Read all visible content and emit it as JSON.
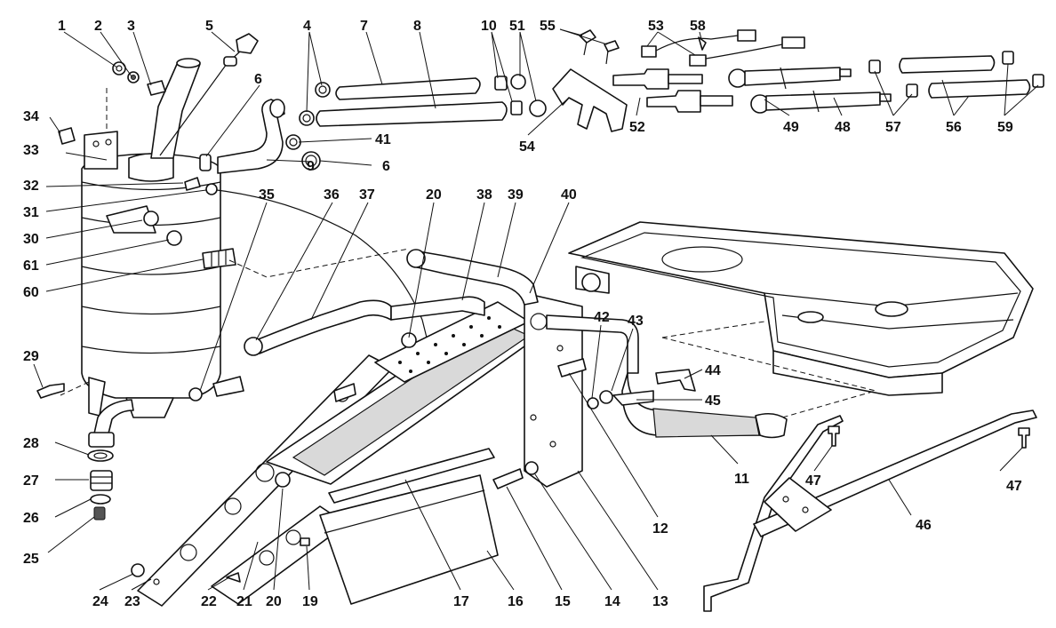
{
  "colors": {
    "ink": "#111111",
    "background": "#ffffff",
    "shade": "#d9d9d9"
  },
  "callouts": [
    {
      "id": "c1",
      "text": "1"
    },
    {
      "id": "c2",
      "text": "2"
    },
    {
      "id": "c3",
      "text": "3"
    },
    {
      "id": "c5",
      "text": "5"
    },
    {
      "id": "c4",
      "text": "4"
    },
    {
      "id": "c7",
      "text": "7"
    },
    {
      "id": "c8",
      "text": "8"
    },
    {
      "id": "c10",
      "text": "10"
    },
    {
      "id": "c51",
      "text": "51"
    },
    {
      "id": "c55",
      "text": "55"
    },
    {
      "id": "c53",
      "text": "53"
    },
    {
      "id": "c58",
      "text": "58"
    },
    {
      "id": "c6a",
      "text": "6"
    },
    {
      "id": "c6b",
      "text": "6"
    },
    {
      "id": "c41",
      "text": "41"
    },
    {
      "id": "c9",
      "text": "9"
    },
    {
      "id": "c34",
      "text": "34"
    },
    {
      "id": "c33",
      "text": "33"
    },
    {
      "id": "c32",
      "text": "32"
    },
    {
      "id": "c31",
      "text": "31"
    },
    {
      "id": "c30",
      "text": "30"
    },
    {
      "id": "c61",
      "text": "61"
    },
    {
      "id": "c60",
      "text": "60"
    },
    {
      "id": "c29",
      "text": "29"
    },
    {
      "id": "c28",
      "text": "28"
    },
    {
      "id": "c27",
      "text": "27"
    },
    {
      "id": "c26",
      "text": "26"
    },
    {
      "id": "c25",
      "text": "25"
    },
    {
      "id": "c35",
      "text": "35"
    },
    {
      "id": "c36",
      "text": "36"
    },
    {
      "id": "c37",
      "text": "37"
    },
    {
      "id": "c20a",
      "text": "20"
    },
    {
      "id": "c38",
      "text": "38"
    },
    {
      "id": "c39",
      "text": "39"
    },
    {
      "id": "c40",
      "text": "40"
    },
    {
      "id": "c54",
      "text": "54"
    },
    {
      "id": "c52",
      "text": "52"
    },
    {
      "id": "c49",
      "text": "49"
    },
    {
      "id": "c48",
      "text": "48"
    },
    {
      "id": "c57",
      "text": "57"
    },
    {
      "id": "c56",
      "text": "56"
    },
    {
      "id": "c59",
      "text": "59"
    },
    {
      "id": "c42",
      "text": "42"
    },
    {
      "id": "c43",
      "text": "43"
    },
    {
      "id": "c44",
      "text": "44"
    },
    {
      "id": "c45",
      "text": "45"
    },
    {
      "id": "c11",
      "text": "11"
    },
    {
      "id": "c47a",
      "text": "47"
    },
    {
      "id": "c47b",
      "text": "47"
    },
    {
      "id": "c46",
      "text": "46"
    },
    {
      "id": "c12",
      "text": "12"
    },
    {
      "id": "c13",
      "text": "13"
    },
    {
      "id": "c14",
      "text": "14"
    },
    {
      "id": "c15",
      "text": "15"
    },
    {
      "id": "c16",
      "text": "16"
    },
    {
      "id": "c17",
      "text": "17"
    },
    {
      "id": "c19",
      "text": "19"
    },
    {
      "id": "c20b",
      "text": "20"
    },
    {
      "id": "c21",
      "text": "21"
    },
    {
      "id": "c22",
      "text": "22"
    },
    {
      "id": "c23",
      "text": "23"
    },
    {
      "id": "c24",
      "text": "24"
    }
  ]
}
